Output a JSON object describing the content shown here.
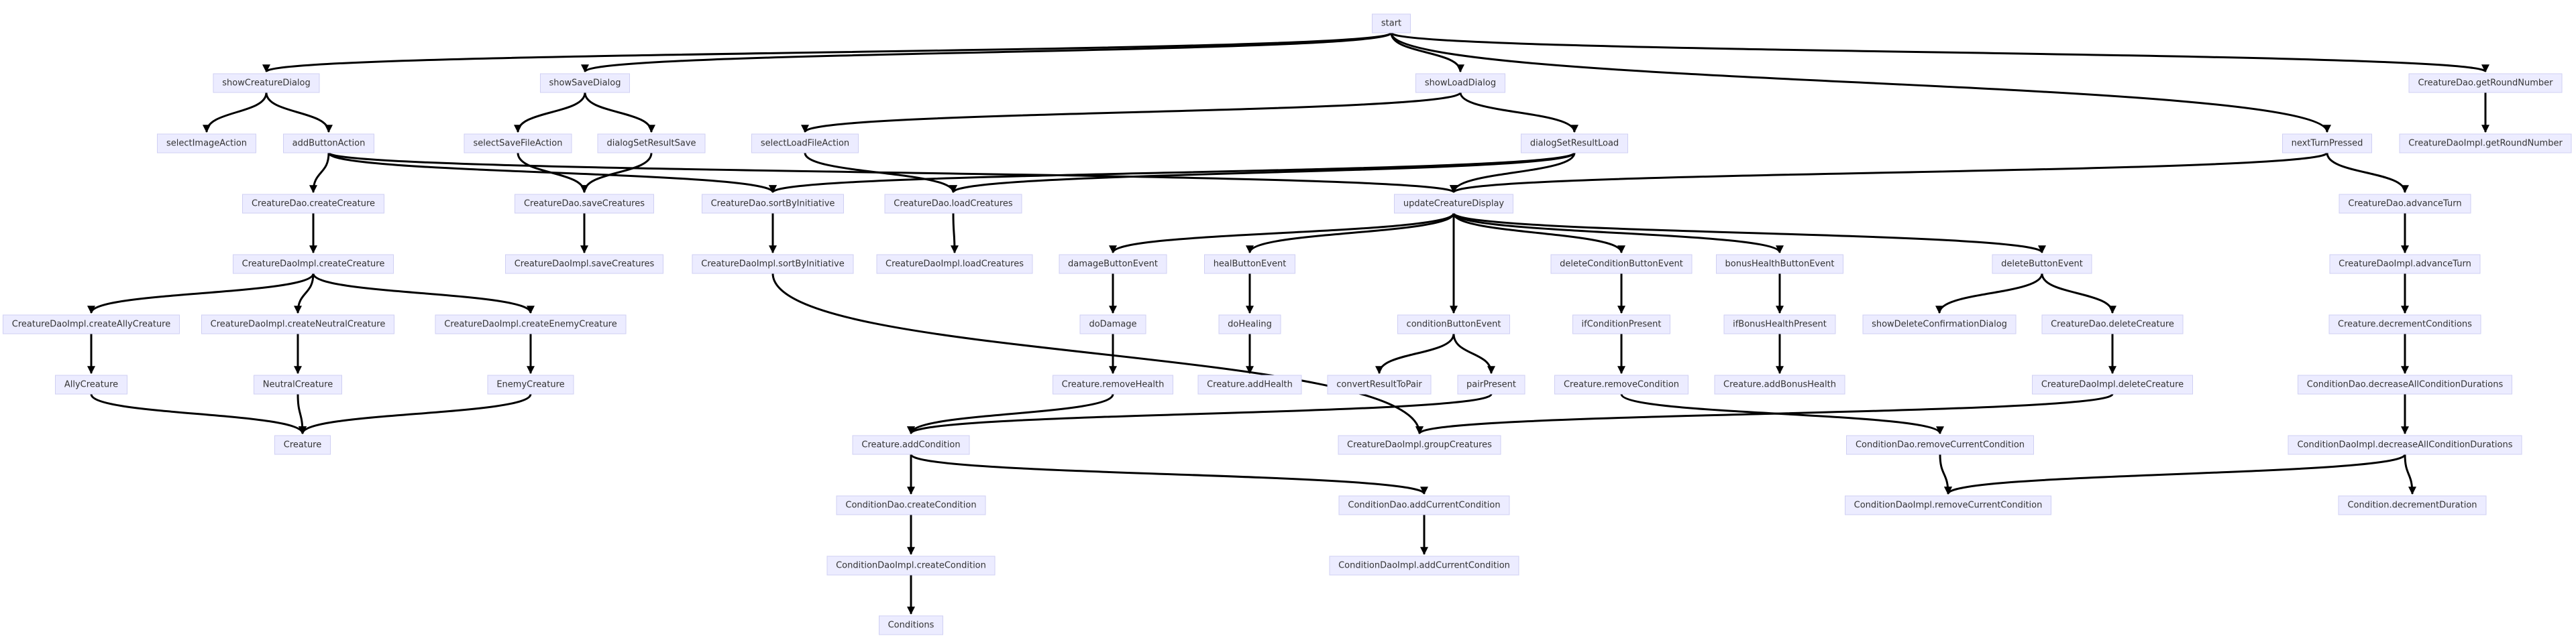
{
  "diagram": {
    "nodes": [
      {
        "id": "start",
        "label": "start"
      },
      {
        "id": "showCreatureDialog",
        "label": "showCreatureDialog"
      },
      {
        "id": "showSaveDialog",
        "label": "showSaveDialog"
      },
      {
        "id": "showLoadDialog",
        "label": "showLoadDialog"
      },
      {
        "id": "getRoundNumber",
        "label": "CreatureDao.getRoundNumber"
      },
      {
        "id": "selectImageAction",
        "label": "selectImageAction"
      },
      {
        "id": "addButtonAction",
        "label": "addButtonAction"
      },
      {
        "id": "selectSaveFileAction",
        "label": "selectSaveFileAction"
      },
      {
        "id": "dialogSetResultSave",
        "label": "dialogSetResultSave"
      },
      {
        "id": "selectLoadFileAction",
        "label": "selectLoadFileAction"
      },
      {
        "id": "dialogSetResultLoad",
        "label": "dialogSetResultLoad"
      },
      {
        "id": "nextTurnPressed",
        "label": "nextTurnPressed"
      },
      {
        "id": "implGetRoundNumber",
        "label": "CreatureDaoImpl.getRoundNumber"
      },
      {
        "id": "createCreature",
        "label": "CreatureDao.createCreature"
      },
      {
        "id": "saveCreatures",
        "label": "CreatureDao.saveCreatures"
      },
      {
        "id": "sortByInitiative",
        "label": "CreatureDao.sortByInitiative"
      },
      {
        "id": "loadCreatures",
        "label": "CreatureDao.loadCreatures"
      },
      {
        "id": "updateCreatureDisplay",
        "label": "updateCreatureDisplay"
      },
      {
        "id": "advanceTurn",
        "label": "CreatureDao.advanceTurn"
      },
      {
        "id": "implCreateCreature",
        "label": "CreatureDaoImpl.createCreature"
      },
      {
        "id": "implSaveCreatures",
        "label": "CreatureDaoImpl.saveCreatures"
      },
      {
        "id": "implSortByInitiative",
        "label": "CreatureDaoImpl.sortByInitiative"
      },
      {
        "id": "implLoadCreatures",
        "label": "CreatureDaoImpl.loadCreatures"
      },
      {
        "id": "damageButtonEvent",
        "label": "damageButtonEvent"
      },
      {
        "id": "healButtonEvent",
        "label": "healButtonEvent"
      },
      {
        "id": "deleteConditionButtonEvent",
        "label": "deleteConditionButtonEvent"
      },
      {
        "id": "bonusHealthButtonEvent",
        "label": "bonusHealthButtonEvent"
      },
      {
        "id": "deleteButtonEvent",
        "label": "deleteButtonEvent"
      },
      {
        "id": "implAdvanceTurn",
        "label": "CreatureDaoImpl.advanceTurn"
      },
      {
        "id": "createAllyCreature",
        "label": "CreatureDaoImpl.createAllyCreature"
      },
      {
        "id": "createNeutralCreature",
        "label": "CreatureDaoImpl.createNeutralCreature"
      },
      {
        "id": "createEnemyCreature",
        "label": "CreatureDaoImpl.createEnemyCreature"
      },
      {
        "id": "doDamage",
        "label": "doDamage"
      },
      {
        "id": "doHealing",
        "label": "doHealing"
      },
      {
        "id": "conditionButtonEvent",
        "label": "conditionButtonEvent"
      },
      {
        "id": "ifConditionPresent",
        "label": "ifConditionPresent"
      },
      {
        "id": "ifBonusHealthPresent",
        "label": "ifBonusHealthPresent"
      },
      {
        "id": "showDeleteConfirmationDialog",
        "label": "showDeleteConfirmationDialog"
      },
      {
        "id": "deleteCreature",
        "label": "CreatureDao.deleteCreature"
      },
      {
        "id": "decrementConditions",
        "label": "Creature.decrementConditions"
      },
      {
        "id": "AllyCreature",
        "label": "AllyCreature"
      },
      {
        "id": "NeutralCreature",
        "label": "NeutralCreature"
      },
      {
        "id": "EnemyCreature",
        "label": "EnemyCreature"
      },
      {
        "id": "removeHealth",
        "label": "Creature.removeHealth"
      },
      {
        "id": "addHealth",
        "label": "Creature.addHealth"
      },
      {
        "id": "convertResultToPair",
        "label": "convertResultToPair"
      },
      {
        "id": "pairPresent",
        "label": "pairPresent"
      },
      {
        "id": "removeCondition",
        "label": "Creature.removeCondition"
      },
      {
        "id": "addBonusHealth",
        "label": "Creature.addBonusHealth"
      },
      {
        "id": "implDeleteCreature",
        "label": "CreatureDaoImpl.deleteCreature"
      },
      {
        "id": "decreaseAllConditionDurations",
        "label": "ConditionDao.decreaseAllConditionDurations"
      },
      {
        "id": "Creature",
        "label": "Creature"
      },
      {
        "id": "addCondition",
        "label": "Creature.addCondition"
      },
      {
        "id": "groupCreatures",
        "label": "CreatureDaoImpl.groupCreatures"
      },
      {
        "id": "removeCurrentCondition",
        "label": "ConditionDao.removeCurrentCondition"
      },
      {
        "id": "implDecreaseAll",
        "label": "ConditionDaoImpl.decreaseAllConditionDurations"
      },
      {
        "id": "createCondition",
        "label": "ConditionDao.createCondition"
      },
      {
        "id": "addCurrentCondition",
        "label": "ConditionDao.addCurrentCondition"
      },
      {
        "id": "implRemoveCurrentCondition",
        "label": "ConditionDaoImpl.removeCurrentCondition"
      },
      {
        "id": "decrementDuration",
        "label": "Condition.decrementDuration"
      },
      {
        "id": "implCreateCondition",
        "label": "ConditionDaoImpl.createCondition"
      },
      {
        "id": "implAddCurrentCondition",
        "label": "ConditionDaoImpl.addCurrentCondition"
      },
      {
        "id": "Conditions",
        "label": "Conditions"
      }
    ],
    "edges": [
      {
        "from": "start",
        "to": "showCreatureDialog"
      },
      {
        "from": "start",
        "to": "showSaveDialog"
      },
      {
        "from": "start",
        "to": "showLoadDialog"
      },
      {
        "from": "start",
        "to": "nextTurnPressed"
      },
      {
        "from": "start",
        "to": "getRoundNumber"
      },
      {
        "from": "showCreatureDialog",
        "to": "selectImageAction"
      },
      {
        "from": "showCreatureDialog",
        "to": "addButtonAction"
      },
      {
        "from": "showSaveDialog",
        "to": "selectSaveFileAction"
      },
      {
        "from": "showSaveDialog",
        "to": "dialogSetResultSave"
      },
      {
        "from": "showLoadDialog",
        "to": "selectLoadFileAction"
      },
      {
        "from": "showLoadDialog",
        "to": "dialogSetResultLoad"
      },
      {
        "from": "getRoundNumber",
        "to": "implGetRoundNumber"
      },
      {
        "from": "addButtonAction",
        "to": "createCreature"
      },
      {
        "from": "addButtonAction",
        "to": "sortByInitiative"
      },
      {
        "from": "addButtonAction",
        "to": "updateCreatureDisplay"
      },
      {
        "from": "selectSaveFileAction",
        "to": "saveCreatures"
      },
      {
        "from": "dialogSetResultSave",
        "to": "saveCreatures"
      },
      {
        "from": "selectLoadFileAction",
        "to": "loadCreatures"
      },
      {
        "from": "dialogSetResultLoad",
        "to": "sortByInitiative"
      },
      {
        "from": "dialogSetResultLoad",
        "to": "loadCreatures"
      },
      {
        "from": "dialogSetResultLoad",
        "to": "updateCreatureDisplay"
      },
      {
        "from": "nextTurnPressed",
        "to": "updateCreatureDisplay"
      },
      {
        "from": "nextTurnPressed",
        "to": "advanceTurn"
      },
      {
        "from": "createCreature",
        "to": "implCreateCreature"
      },
      {
        "from": "saveCreatures",
        "to": "implSaveCreatures"
      },
      {
        "from": "sortByInitiative",
        "to": "implSortByInitiative"
      },
      {
        "from": "loadCreatures",
        "to": "implLoadCreatures"
      },
      {
        "from": "updateCreatureDisplay",
        "to": "damageButtonEvent"
      },
      {
        "from": "updateCreatureDisplay",
        "to": "healButtonEvent"
      },
      {
        "from": "updateCreatureDisplay",
        "to": "conditionButtonEvent"
      },
      {
        "from": "updateCreatureDisplay",
        "to": "deleteConditionButtonEvent"
      },
      {
        "from": "updateCreatureDisplay",
        "to": "bonusHealthButtonEvent"
      },
      {
        "from": "updateCreatureDisplay",
        "to": "deleteButtonEvent"
      },
      {
        "from": "advanceTurn",
        "to": "implAdvanceTurn"
      },
      {
        "from": "implCreateCreature",
        "to": "createAllyCreature"
      },
      {
        "from": "implCreateCreature",
        "to": "createNeutralCreature"
      },
      {
        "from": "implCreateCreature",
        "to": "createEnemyCreature"
      },
      {
        "from": "implSortByInitiative",
        "to": "groupCreatures"
      },
      {
        "from": "damageButtonEvent",
        "to": "doDamage"
      },
      {
        "from": "healButtonEvent",
        "to": "doHealing"
      },
      {
        "from": "deleteConditionButtonEvent",
        "to": "ifConditionPresent"
      },
      {
        "from": "bonusHealthButtonEvent",
        "to": "ifBonusHealthPresent"
      },
      {
        "from": "deleteButtonEvent",
        "to": "showDeleteConfirmationDialog"
      },
      {
        "from": "deleteButtonEvent",
        "to": "deleteCreature"
      },
      {
        "from": "implAdvanceTurn",
        "to": "decrementConditions"
      },
      {
        "from": "createAllyCreature",
        "to": "AllyCreature"
      },
      {
        "from": "createNeutralCreature",
        "to": "NeutralCreature"
      },
      {
        "from": "createEnemyCreature",
        "to": "EnemyCreature"
      },
      {
        "from": "doDamage",
        "to": "removeHealth"
      },
      {
        "from": "doHealing",
        "to": "addHealth"
      },
      {
        "from": "conditionButtonEvent",
        "to": "convertResultToPair"
      },
      {
        "from": "conditionButtonEvent",
        "to": "pairPresent"
      },
      {
        "from": "ifConditionPresent",
        "to": "removeCondition"
      },
      {
        "from": "ifBonusHealthPresent",
        "to": "addBonusHealth"
      },
      {
        "from": "deleteCreature",
        "to": "implDeleteCreature"
      },
      {
        "from": "decrementConditions",
        "to": "decreaseAllConditionDurations"
      },
      {
        "from": "AllyCreature",
        "to": "Creature"
      },
      {
        "from": "NeutralCreature",
        "to": "Creature"
      },
      {
        "from": "EnemyCreature",
        "to": "Creature"
      },
      {
        "from": "removeHealth",
        "to": "addCondition"
      },
      {
        "from": "pairPresent",
        "to": "addCondition"
      },
      {
        "from": "removeCondition",
        "to": "removeCurrentCondition"
      },
      {
        "from": "implDeleteCreature",
        "to": "groupCreatures"
      },
      {
        "from": "decreaseAllConditionDurations",
        "to": "implDecreaseAll"
      },
      {
        "from": "addCondition",
        "to": "createCondition"
      },
      {
        "from": "addCondition",
        "to": "addCurrentCondition"
      },
      {
        "from": "removeCurrentCondition",
        "to": "implRemoveCurrentCondition"
      },
      {
        "from": "implDecreaseAll",
        "to": "implRemoveCurrentCondition"
      },
      {
        "from": "implDecreaseAll",
        "to": "decrementDuration"
      },
      {
        "from": "createCondition",
        "to": "implCreateCondition"
      },
      {
        "from": "addCurrentCondition",
        "to": "implAddCurrentCondition"
      },
      {
        "from": "implCreateCondition",
        "to": "Conditions"
      }
    ]
  }
}
